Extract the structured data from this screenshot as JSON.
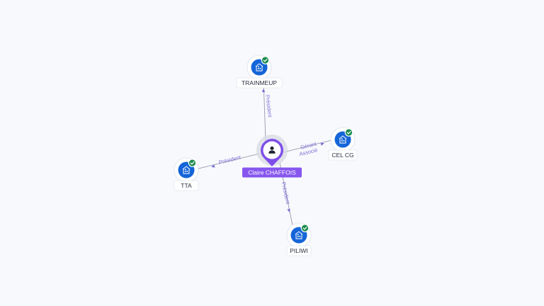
{
  "graph": {
    "center": {
      "name": "Claire CHAFFOIS",
      "icon": "person-icon"
    },
    "nodes": [
      {
        "id": "trainmeup",
        "label": "TRAINMEUP",
        "icon": "building-icon",
        "status": "verified"
      },
      {
        "id": "celcg",
        "label": "CEL CG",
        "icon": "building-icon",
        "status": "verified"
      },
      {
        "id": "tta",
        "label": "TTA",
        "icon": "building-icon",
        "status": "verified"
      },
      {
        "id": "piliwi",
        "label": "PILIWI",
        "icon": "building-icon",
        "status": "verified"
      }
    ],
    "edges": [
      {
        "to": "trainmeup",
        "labels": [
          "Président"
        ]
      },
      {
        "to": "celcg",
        "labels": [
          "Gérant",
          "Associé"
        ]
      },
      {
        "to": "tta",
        "labels": [
          "Président"
        ]
      },
      {
        "to": "piliwi",
        "labels": [
          "Président"
        ]
      }
    ],
    "colors": {
      "company": "#1565d8",
      "verified": "#1e8c4e",
      "person": "#7e4fe8",
      "relation_text": "#7b6fd6"
    }
  }
}
